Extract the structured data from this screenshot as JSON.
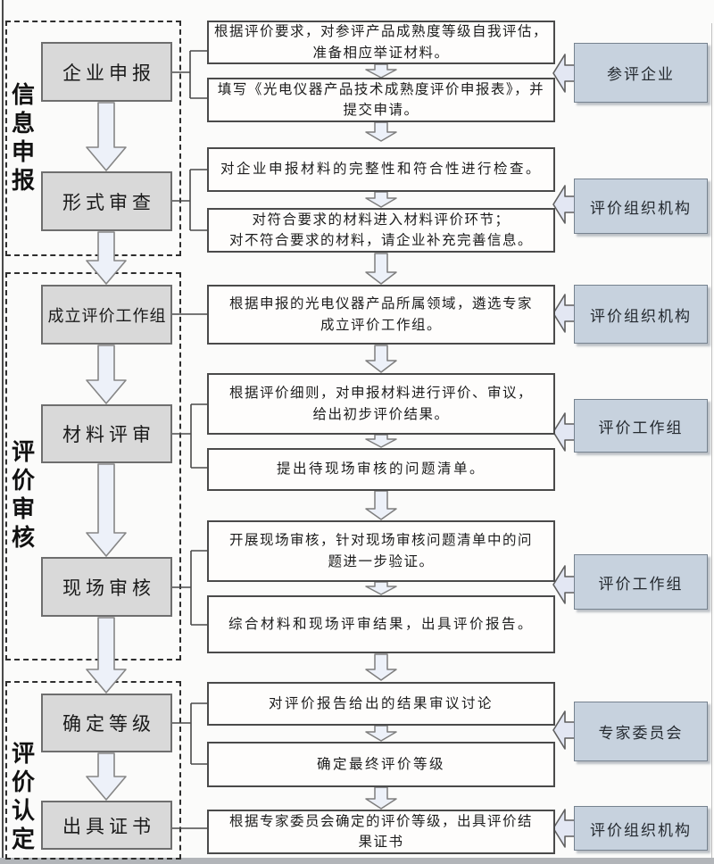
{
  "sections": [
    "信息申报",
    "评价审核",
    "评价认定"
  ],
  "steps": [
    "企业申报",
    "形式审查",
    "成立评价工作组",
    "材料评审",
    "现场审核",
    "确定等级",
    "出具证书"
  ],
  "details": [
    "根据评价要求，对参评产品成熟度等级自我评估，\n准备相应举证材料。",
    "填写《光电仪器产品技术成熟度评价申报表》，并\n提交申请。",
    "对企业申报材料的完整性和符合性进行检查。",
    "对符合要求的材料进入材料评价环节；\n对不符合要求的材料，请企业补充完善信息。",
    "根据申报的光电仪器产品所属领域，遴选专家\n成立评价工作组。",
    "根据评价细则，对申报材料进行评价、审议，\n给出初步评价结果。",
    "提出待现场审核的问题清单。",
    "开展现场审核，针对现场审核问题清单中的问\n题进一步验证。",
    "综合材料和现场评审结果，出具评价报告。",
    "对评价报告给出的结果审议讨论",
    "确定最终评价等级",
    "根据专家委员会确定的评价等级，出具评价结\n果证书"
  ],
  "actors": [
    "参评企业",
    "评价组织机构",
    "评价组织机构",
    "评价工作组",
    "评价工作组",
    "专家委员会",
    "评价组织机构"
  ],
  "colors": {
    "step_box_fill": "#d9d9d9",
    "actor_box_fill": "#c7d2de",
    "detail_box_fill": "#fefdfc",
    "arrow_fill": "#edf1f9",
    "side_arrow_fill": "#e3e7f3"
  }
}
